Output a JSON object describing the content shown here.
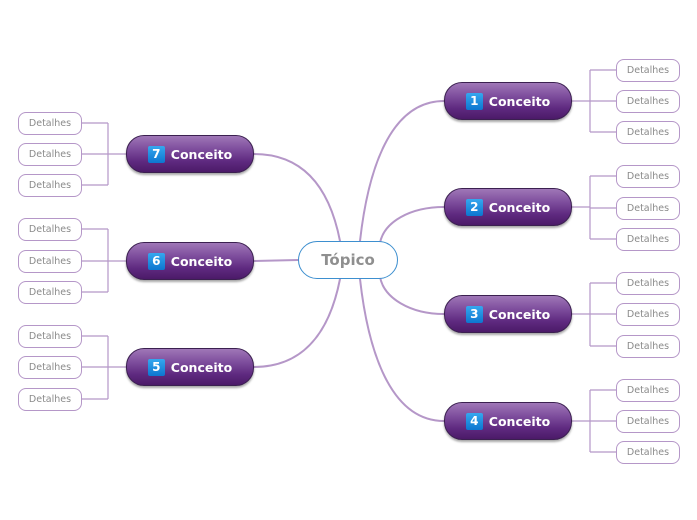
{
  "central_topic": "Tópico",
  "concepts": [
    {
      "number": "1",
      "label": "Conceito",
      "details": [
        "Detalhes",
        "Detalhes",
        "Detalhes"
      ]
    },
    {
      "number": "2",
      "label": "Conceito",
      "details": [
        "Detalhes",
        "Detalhes",
        "Detalhes"
      ]
    },
    {
      "number": "3",
      "label": "Conceito",
      "details": [
        "Detalhes",
        "Detalhes",
        "Detalhes"
      ]
    },
    {
      "number": "4",
      "label": "Conceito",
      "details": [
        "Detalhes",
        "Detalhes",
        "Detalhes"
      ]
    },
    {
      "number": "5",
      "label": "Conceito",
      "details": [
        "Detalhes",
        "Detalhes",
        "Detalhes"
      ]
    },
    {
      "number": "6",
      "label": "Conceito",
      "details": [
        "Detalhes",
        "Detalhes",
        "Detalhes"
      ]
    },
    {
      "number": "7",
      "label": "Conceito",
      "details": [
        "Detalhes",
        "Detalhes",
        "Detalhes"
      ]
    }
  ],
  "colors": {
    "connector": "#b597c8",
    "concept_fill": "#6a3590",
    "number_badge": "#1a8ae0",
    "central_border": "#3d8fcf",
    "central_text": "#8f8f8f",
    "detail_text": "#8a8a8a"
  }
}
